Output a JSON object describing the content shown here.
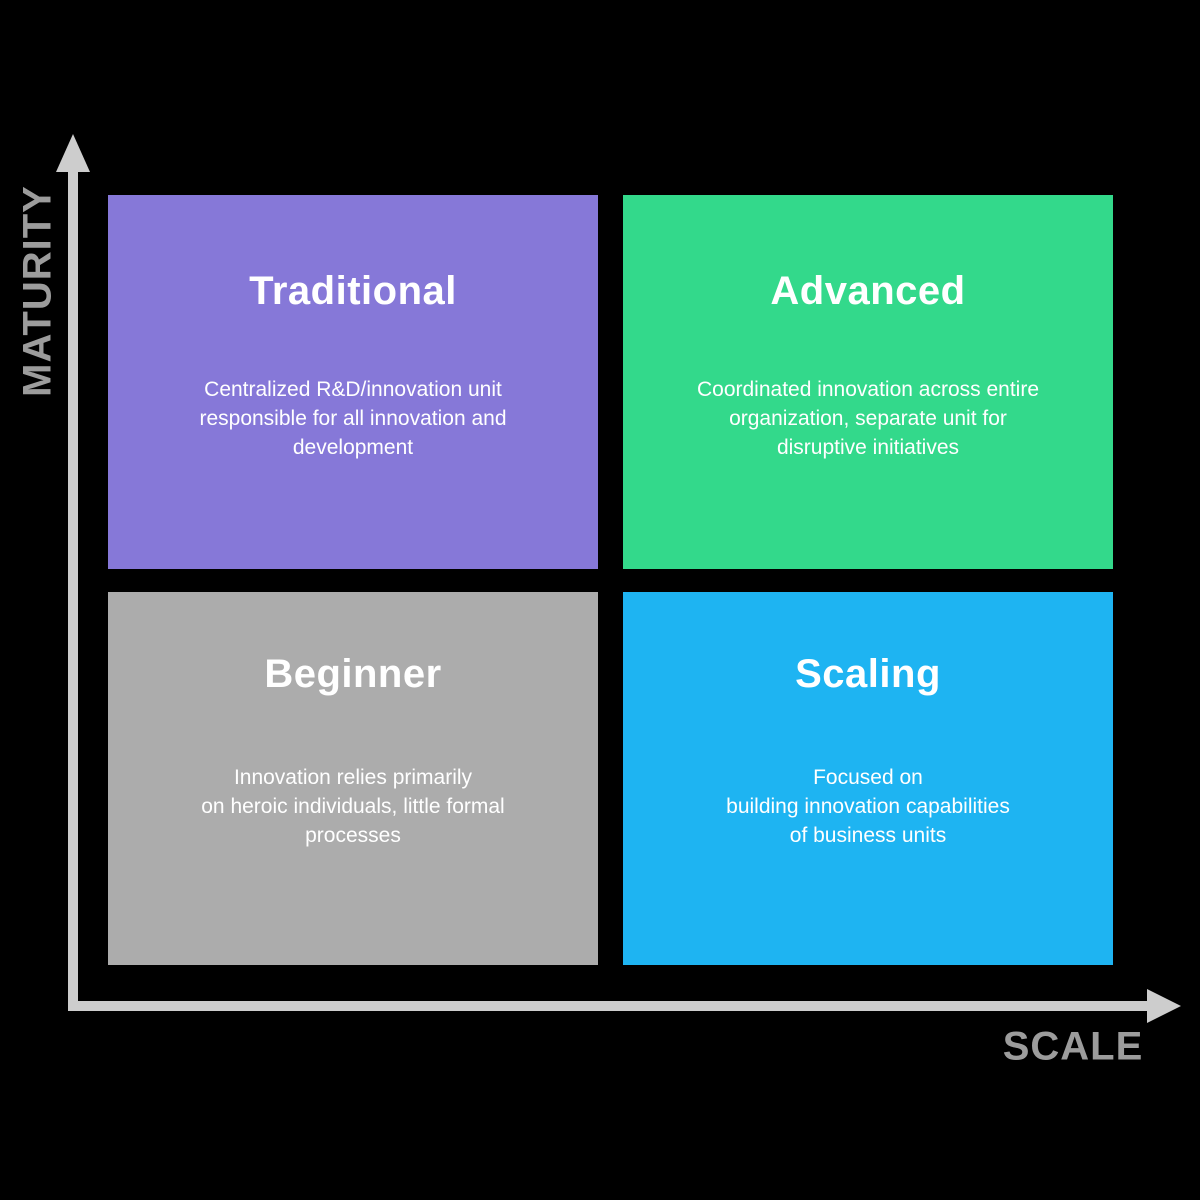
{
  "background": "#000000",
  "text_color": "#FFFFFF",
  "axes": {
    "y_label": "MATURITY",
    "x_label": "SCALE",
    "arrow_color": "#CDCDCD",
    "label_color": "#9C9C9C"
  },
  "quadrants": {
    "traditional": {
      "title": "Traditional",
      "color": "#8678D8",
      "desc_lines": [
        "Centralized R&D/innovation unit",
        "responsible for all innovation and",
        "development"
      ]
    },
    "advanced": {
      "title": "Advanced",
      "color": "#33D98B",
      "desc_lines": [
        "Coordinated innovation across entire",
        "organization, separate unit for",
        "disruptive initiatives"
      ]
    },
    "beginner": {
      "title": "Beginner",
      "color": "#ACACAC",
      "desc_lines": [
        "Innovation relies primarily",
        "on heroic individuals, little formal",
        "processes"
      ]
    },
    "scaling": {
      "title": "Scaling",
      "color": "#1EB4F2",
      "desc_lines": [
        "Focused on",
        "building innovation capabilities",
        "of business units"
      ]
    }
  }
}
